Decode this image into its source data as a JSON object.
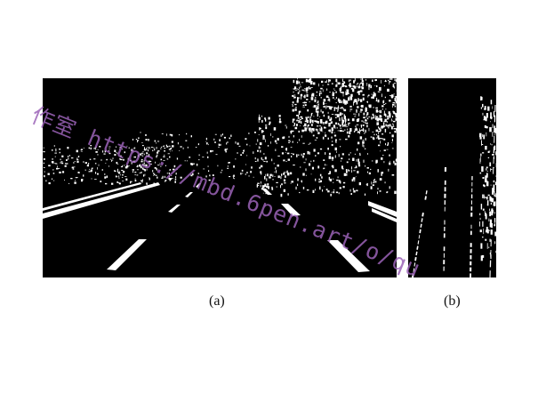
{
  "figure": {
    "panels": [
      {
        "id": "a",
        "caption": "(a)",
        "description_name": "binary-edge-road-image"
      },
      {
        "id": "b",
        "caption": "(b)",
        "description_name": "birds-eye-binary-lane-image"
      }
    ]
  },
  "watermark": {
    "text": "作室 https://mbd.6pen.art/o/qu"
  },
  "colors": {
    "background": "#ffffff",
    "panel": "#000000",
    "edges": "#ffffff",
    "watermark": "#9c63b8"
  }
}
